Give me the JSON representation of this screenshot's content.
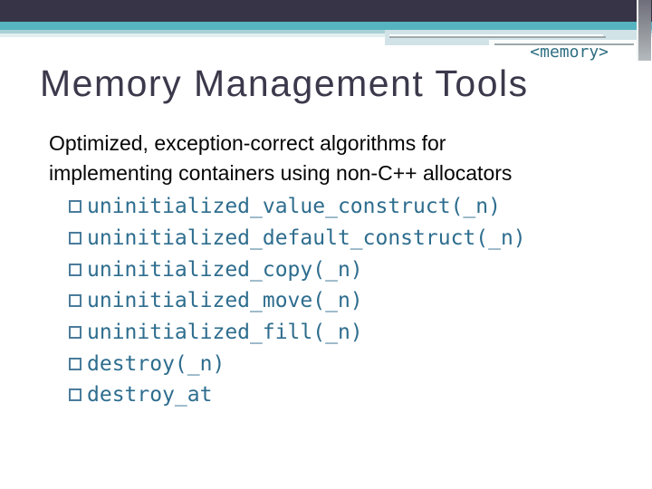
{
  "slide": {
    "header_label": "<memory>",
    "title": "Memory Management Tools",
    "body_lines": {
      "line1": "Optimized, exception-correct algorithms for",
      "line2": "implementing containers using non-C++ allocators"
    },
    "bullets": [
      "uninitialized_value_construct(_n)",
      "uninitialized_default_construct(_n)",
      "uninitialized_copy(_n)",
      "uninitialized_move(_n)",
      "uninitialized_fill(_n)",
      "destroy(_n)",
      "destroy_at"
    ],
    "colors": {
      "banner_navy": "#383447",
      "banner_teal": "#56b4c0",
      "code_text": "#2e6d8e",
      "title_text": "#3b394b"
    }
  }
}
